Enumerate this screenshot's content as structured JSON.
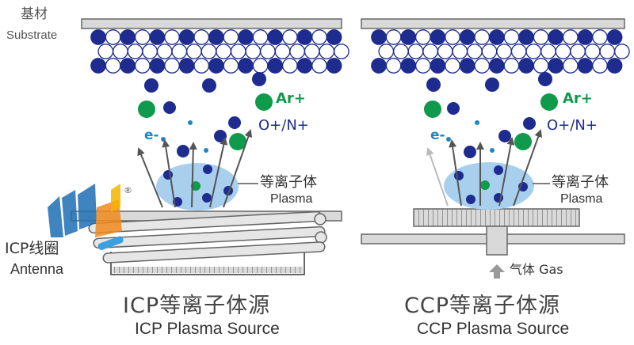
{
  "substrate": {
    "cn": "基材",
    "en": "Substrate"
  },
  "species": {
    "argon": "Ar+",
    "oxy_nitrogen": "O+/N+",
    "electron": "e-"
  },
  "plasma": {
    "cn": "等离子体",
    "en": "Plasma"
  },
  "icp": {
    "antenna_cn": "ICP线圈",
    "antenna_en": "Antenna",
    "caption_cn": "ICP等离子体源",
    "caption_en": "ICP Plasma Source",
    "trademark": "®"
  },
  "ccp": {
    "gas_label": "气体 Gas",
    "caption_cn": "CCP等离子体源",
    "caption_en": "CCP Plasma Source"
  },
  "colors": {
    "atom_blue": "#1e2c8f",
    "ion_green": "#0f9a4c",
    "electron_blue": "#1f86c6",
    "plasma_fill": "#a9cfef",
    "plate_fill": "#d9d9d9",
    "arrow": "#555555",
    "logo_blue": "#1f6fb4",
    "logo_orange": "#f08a1c"
  },
  "icons": [
    "logo-icon",
    "up-arrow-icon",
    "electron-arrow-icon"
  ]
}
